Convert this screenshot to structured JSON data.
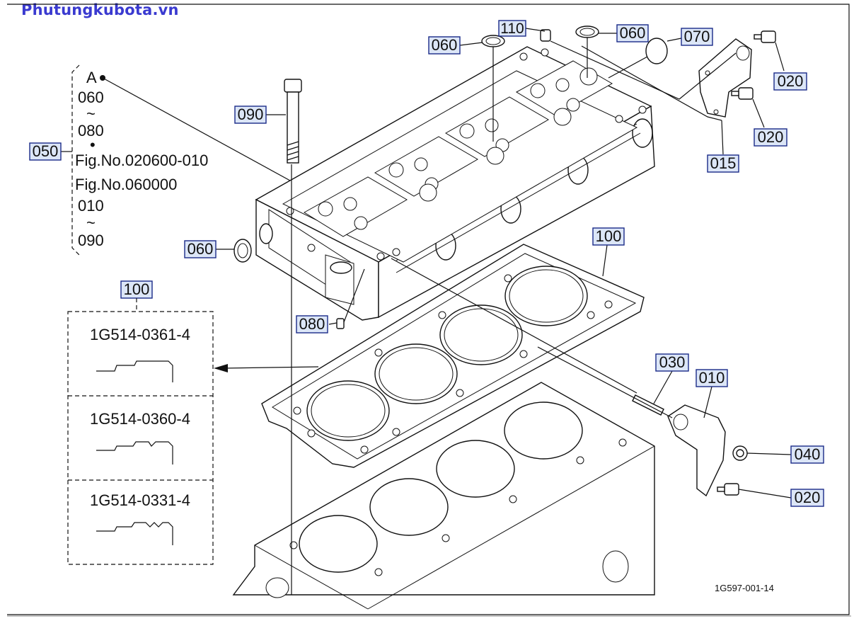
{
  "site_brand": "Phutungkubota.vn",
  "drawing_code": "1G597-001-14",
  "group_label": {
    "callout": "050",
    "lines": [
      "A",
      "060",
      "~",
      "080",
      "•",
      "Fig.No.020600-010",
      "Fig.No.060000",
      "010",
      "~",
      "090"
    ]
  },
  "callouts": {
    "c110": "110",
    "c060_top_left": "060",
    "c060_top_right": "060",
    "c070": "070",
    "c020_a": "020",
    "c020_b": "020",
    "c015": "015",
    "c090": "090",
    "c060_side": "060",
    "c080": "080",
    "c100_gasket": "100",
    "c100_box": "100",
    "c030": "030",
    "c010": "010",
    "c040": "040",
    "c020_c": "020"
  },
  "gasket_variants": [
    {
      "part_no": "1G514-0361-4"
    },
    {
      "part_no": "1G514-0360-4"
    },
    {
      "part_no": "1G514-0331-4"
    }
  ]
}
